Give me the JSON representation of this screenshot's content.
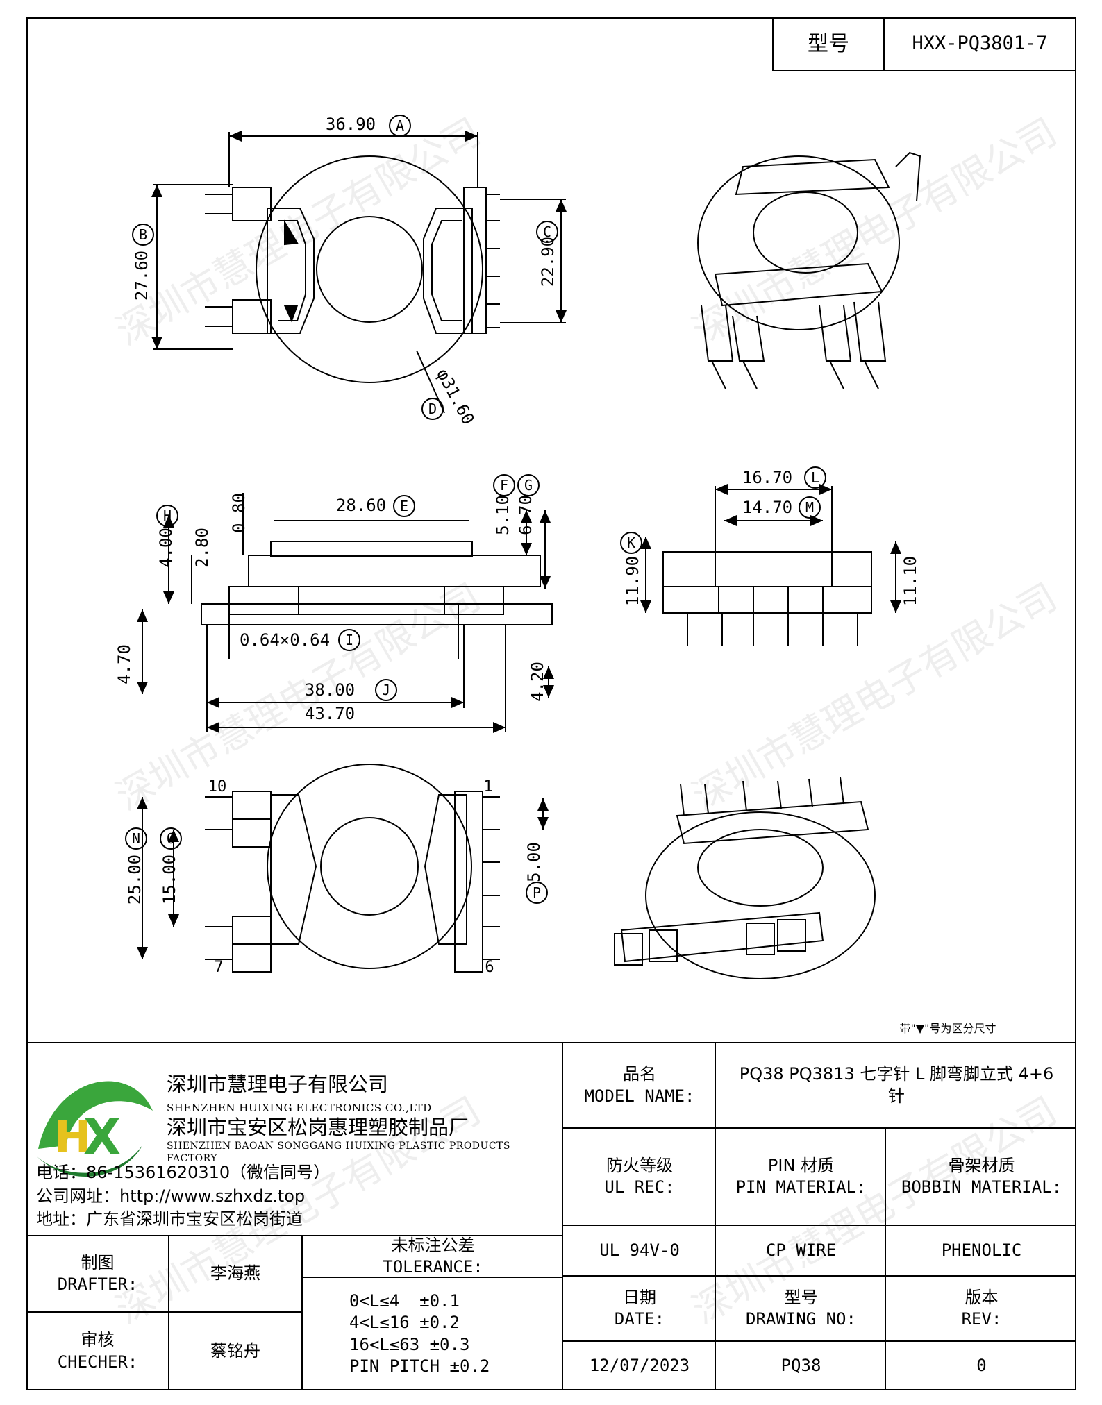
{
  "header": {
    "model_label": "型号",
    "model_value": "HXX-PQ3801-7"
  },
  "dimensions": {
    "A": "36.90",
    "B": "27.60",
    "C": "22.90",
    "D": "φ31.60",
    "E": "28.60",
    "F": "5.10",
    "G": "6.70",
    "H": "4.00",
    "h1": "2.80",
    "h2": "0.80",
    "I": "0.64×0.64",
    "J": "38.00",
    "total_length": "43.70",
    "h3": "4.70",
    "h4": "4.20",
    "K": "11.90",
    "h5": "11.10",
    "L": "16.70",
    "M": "14.70",
    "N": "25.00",
    "O": "15.00",
    "P": "5.00"
  },
  "circle_letters": {
    "A": "A",
    "B": "B",
    "C": "C",
    "D": "D",
    "E": "E",
    "F": "F",
    "G": "G",
    "H": "H",
    "I": "I",
    "J": "J",
    "K": "K",
    "L": "L",
    "M": "M",
    "N": "N",
    "O": "O",
    "P": "P"
  },
  "pins": {
    "p10": "10",
    "p1": "1",
    "p7": "7",
    "p6": "6"
  },
  "note": "带\"▼\"号为区分尺寸",
  "watermark": "深圳市慧理电子有限公司",
  "company": {
    "name_cn": "深圳市慧理电子有限公司",
    "name_en": "SHENZHEN HUIXING ELECTRONICS CO.,LTD",
    "factory_cn": "深圳市宝安区松岗惠理塑胶制品厂",
    "factory_en": "SHENZHEN BAOAN SONGGANG HUIXING PLASTIC PRODUCTS FACTORY",
    "phone": "电话：86-15361620310（微信同号）",
    "website": "公司网址：http://www.szhxdz.top",
    "address": "地址：广东省深圳市宝安区松岗街道",
    "logo_text": "HX",
    "colors": {
      "logo_green": "#3aa63c",
      "logo_yellow": "#e6c21e",
      "logo_dark": "#1f7a2e"
    }
  },
  "titleblock": {
    "model_name_cn": "品名",
    "model_name_en": "MODEL NAME:",
    "model_name_value": "PQ38 PQ3813 七字针 L 脚弯脚立式 4+6 针",
    "ul_cn": "防火等级",
    "ul_en": "UL REC:",
    "pin_cn": "PIN 材质",
    "pin_en": "PIN MATERIAL:",
    "bobbin_cn": "骨架材质",
    "bobbin_en": "BOBBIN MATERIAL:",
    "ul_value": "UL 94V-0",
    "pin_value": "CP WIRE",
    "bobbin_value": "PHENOLIC",
    "drafter_cn": "制图",
    "drafter_en": "DRAFTER:",
    "drafter_value": "李海燕",
    "checker_cn": "审核",
    "checker_en": "CHECHER:",
    "checker_value": "蔡铭舟",
    "tolerance_cn": "未标注公差",
    "tolerance_en": "TOLERANCE:",
    "tol1": "0<L≤4  ±0.1",
    "tol2": "4<L≤16 ±0.2",
    "tol3": "16<L≤63 ±0.3",
    "tol4": "PIN PITCH ±0.2",
    "date_cn": "日期",
    "date_en": "DATE:",
    "date_value": "12/07/2023",
    "drawno_cn": "型号",
    "drawno_en": "DRAWING NO:",
    "drawno_value": "PQ38",
    "rev_cn": "版本",
    "rev_en": "REV:",
    "rev_value": "0"
  }
}
